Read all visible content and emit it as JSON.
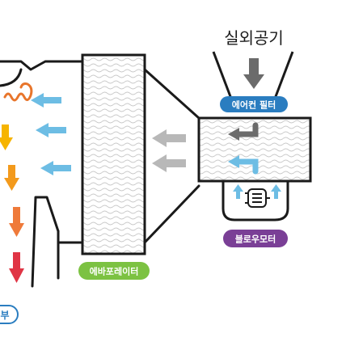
{
  "outdoor_air": {
    "label": "실외공기"
  },
  "air_filter": {
    "label": "에어컨 필터",
    "color": "#2a7dc0"
  },
  "evaporator": {
    "label": "에바포레이터",
    "color": "#7cc242"
  },
  "blower_motor": {
    "label": "블로우모터",
    "color": "#7a3f96"
  },
  "partial_label": {
    "label": "부",
    "color": "#2a7dc0"
  },
  "colors": {
    "outline": "#1a1a1a",
    "cool_arrow": "#6dbde4",
    "gray_arrow": "#b8b8b8",
    "dark_arrow": "#6b6b6b",
    "heater_coil": "#e8752b",
    "warm_arrows": [
      "#f6b400",
      "#f39a1c",
      "#ef7a3a",
      "#e85b4d",
      "#e03545"
    ]
  }
}
